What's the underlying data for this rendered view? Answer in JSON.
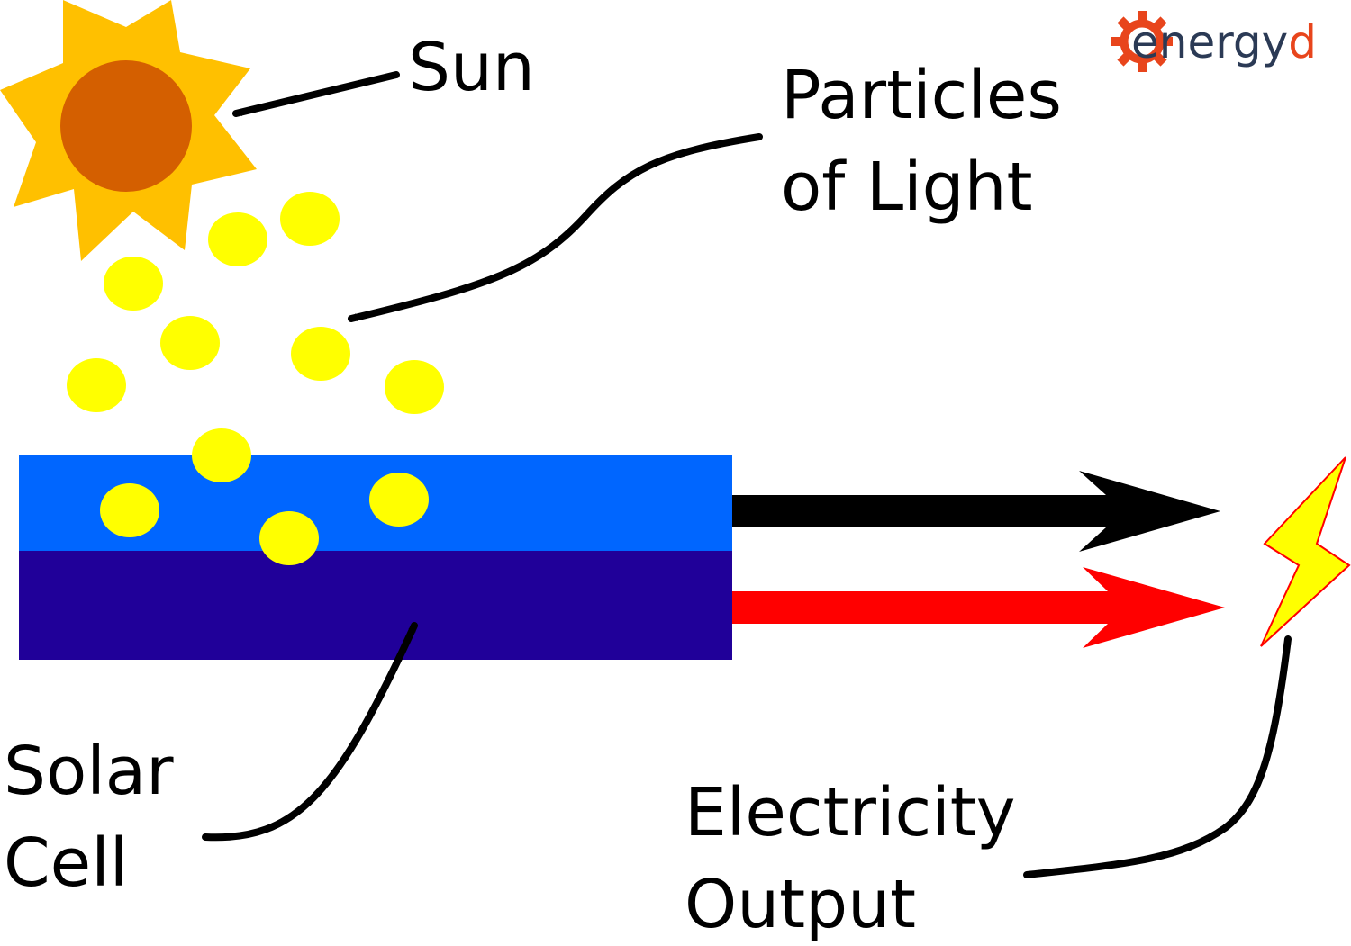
{
  "labels": {
    "sun": "Sun",
    "particles_line1": "Particles",
    "particles_line2": "of Light",
    "solar_line1": "Solar",
    "solar_line2": "Cell",
    "electricity_line1": "Electricity",
    "electricity_line2": "Output"
  },
  "logo": {
    "text_main": "energy",
    "text_accent": "d"
  },
  "colors": {
    "sun_rays": "#ffc000",
    "sun_core": "#d45f00",
    "photon": "#ffff00",
    "cell_top": "#0066ff",
    "cell_bottom": "#200099",
    "wire_negative": "#000000",
    "wire_positive": "#ff0000",
    "bolt_fill": "#ffff00",
    "bolt_stroke": "#ff0000",
    "logo_text": "#2b3a55",
    "logo_accent": "#e8451c"
  }
}
